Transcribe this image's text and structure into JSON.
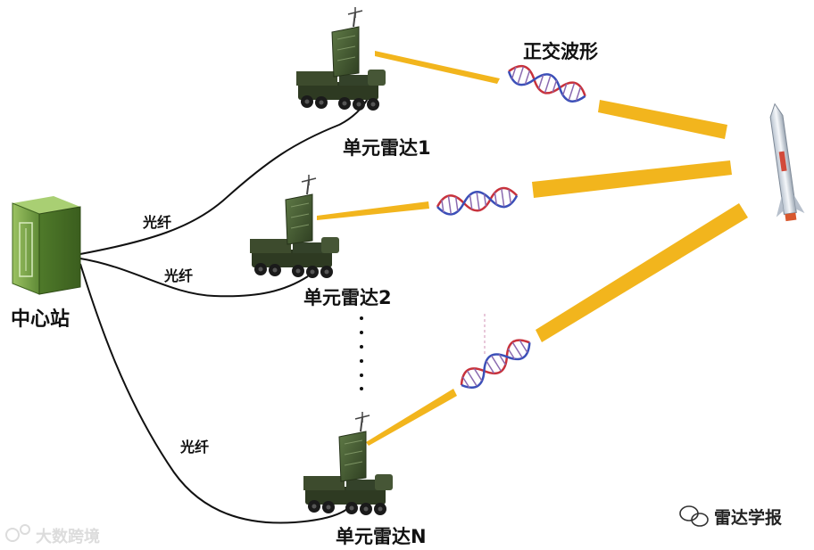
{
  "labels": {
    "center": "中心站",
    "radar1": "单元雷达1",
    "radar2": "单元雷达2",
    "radarN": "单元雷达N",
    "fiber1": "光纤",
    "fiber2": "光纤",
    "fiber3": "光纤",
    "waveform": "正交波形"
  },
  "watermarks": {
    "left": "大数跨境",
    "right": "雷达学报"
  },
  "colors": {
    "beam": "#f2b51d",
    "helix_red": "#c8323c",
    "helix_blue": "#3b4fb8",
    "cable": "#111111",
    "truck": "#3b4a2c",
    "server": "#7aa34a"
  }
}
